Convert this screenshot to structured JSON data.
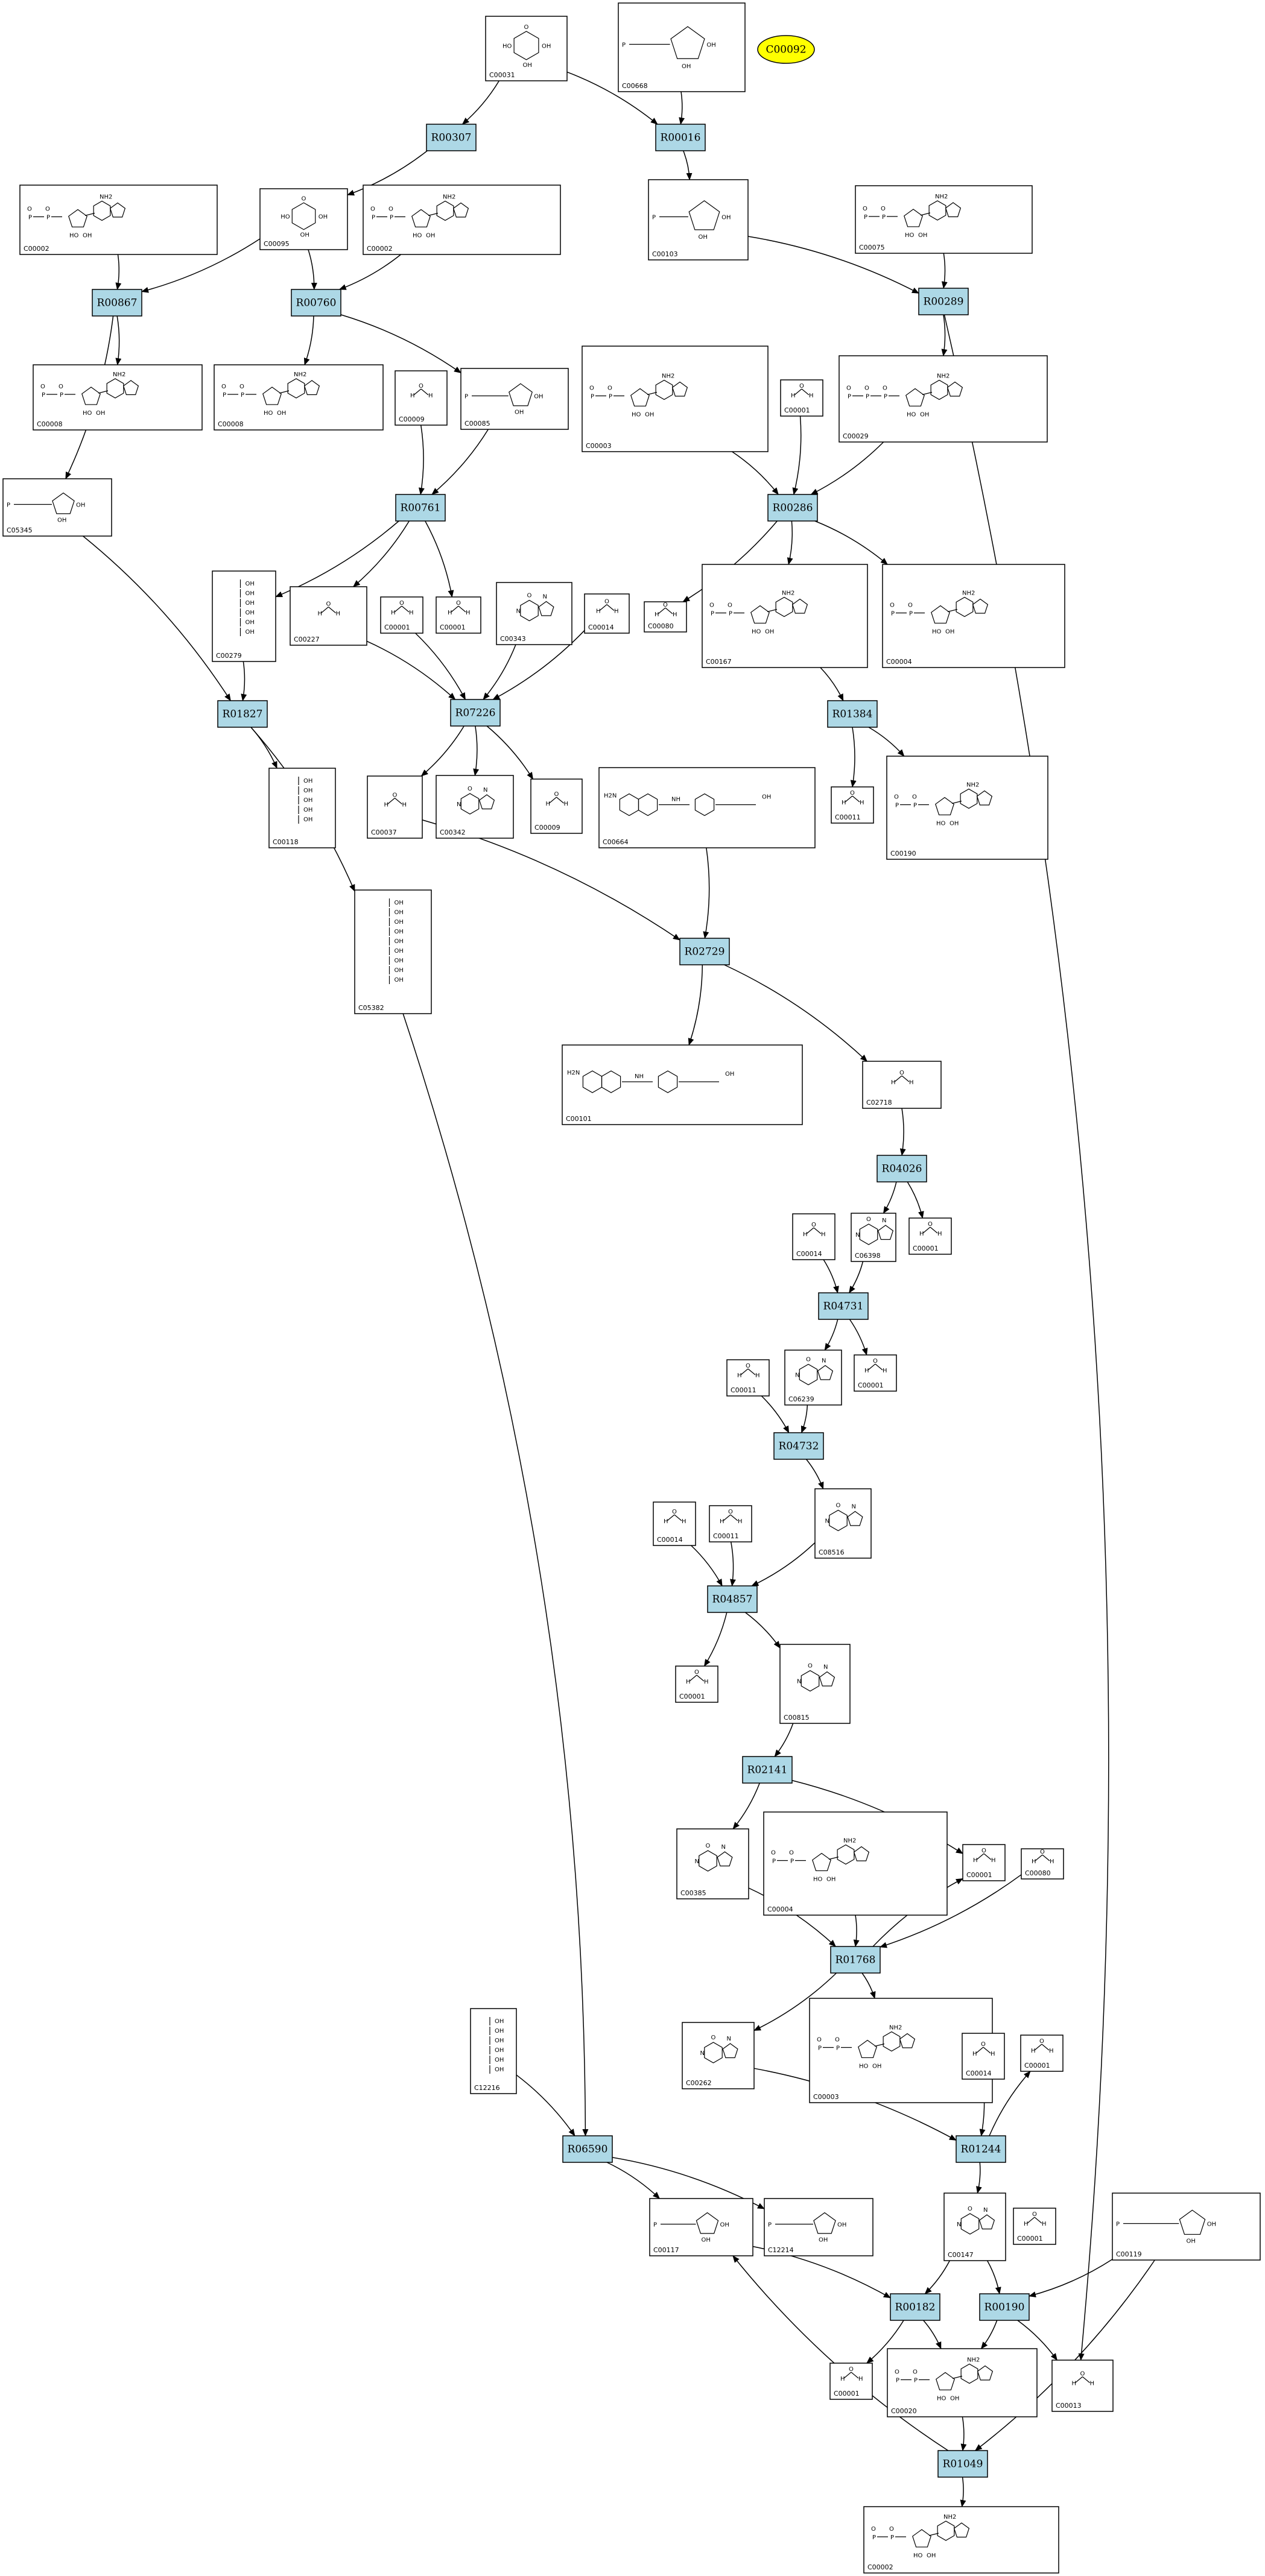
{
  "highlight": {
    "label": "C00092",
    "color": "#ffff00"
  },
  "colors": {
    "reaction_fill": "#add8e6",
    "compound_fill": "#ffffff"
  },
  "reactions": [
    {
      "id": "R00307",
      "label": "R00307"
    },
    {
      "id": "R00016",
      "label": "R00016"
    },
    {
      "id": "R00867",
      "label": "R00867"
    },
    {
      "id": "R00760",
      "label": "R00760"
    },
    {
      "id": "R00289",
      "label": "R00289"
    },
    {
      "id": "R00761",
      "label": "R00761"
    },
    {
      "id": "R00286",
      "label": "R00286"
    },
    {
      "id": "R01827",
      "label": "R01827"
    },
    {
      "id": "R07226",
      "label": "R07226"
    },
    {
      "id": "R01384",
      "label": "R01384"
    },
    {
      "id": "R02729",
      "label": "R02729"
    },
    {
      "id": "R04026",
      "label": "R04026"
    },
    {
      "id": "R04731",
      "label": "R04731"
    },
    {
      "id": "R04732",
      "label": "R04732"
    },
    {
      "id": "R04857",
      "label": "R04857"
    },
    {
      "id": "R02141",
      "label": "R02141"
    },
    {
      "id": "R01768",
      "label": "R01768"
    },
    {
      "id": "R06590",
      "label": "R06590"
    },
    {
      "id": "R01244",
      "label": "R01244"
    },
    {
      "id": "R00182",
      "label": "R00182"
    },
    {
      "id": "R00190",
      "label": "R00190"
    },
    {
      "id": "R01049",
      "label": "R01049"
    }
  ],
  "compounds": [
    {
      "key": "c00031_top",
      "label": "C00031",
      "kind": "sugar"
    },
    {
      "key": "c00668",
      "label": "C00668",
      "kind": "sugarP"
    },
    {
      "key": "c00002_a",
      "label": "C00002",
      "kind": "nucleotide"
    },
    {
      "key": "c00095",
      "label": "C00095",
      "kind": "sugar"
    },
    {
      "key": "c00002_b",
      "label": "C00002",
      "kind": "nucleotide"
    },
    {
      "key": "c00103",
      "label": "C00103",
      "kind": "sugarP"
    },
    {
      "key": "c00075",
      "label": "C00075",
      "kind": "nucleotide"
    },
    {
      "key": "c00008_a",
      "label": "C00008",
      "kind": "nucleotide"
    },
    {
      "key": "c00008_b",
      "label": "C00008",
      "kind": "nucleotide"
    },
    {
      "key": "c00009_a",
      "label": "C00009",
      "kind": "small"
    },
    {
      "key": "c00085",
      "label": "C00085",
      "kind": "sugarP"
    },
    {
      "key": "c00003_a",
      "label": "C00003",
      "kind": "nucleotide"
    },
    {
      "key": "c00001_a",
      "label": "C00001",
      "kind": "small"
    },
    {
      "key": "c00029",
      "label": "C00029",
      "kind": "nucleotide"
    },
    {
      "key": "c05345",
      "label": "C05345",
      "kind": "sugarP"
    },
    {
      "key": "c00279",
      "label": "C00279",
      "kind": "chain"
    },
    {
      "key": "c00227",
      "label": "C00227",
      "kind": "small"
    },
    {
      "key": "c00001_b",
      "label": "C00001",
      "kind": "small"
    },
    {
      "key": "c00001_c",
      "label": "C00001",
      "kind": "small"
    },
    {
      "key": "c00343",
      "label": "C00343",
      "kind": "ring"
    },
    {
      "key": "c00014_a",
      "label": "C00014",
      "kind": "small"
    },
    {
      "key": "c00080_a",
      "label": "C00080",
      "kind": "small"
    },
    {
      "key": "c00167",
      "label": "C00167",
      "kind": "nucleotide"
    },
    {
      "key": "c00004_a",
      "label": "C00004",
      "kind": "nucleotide"
    },
    {
      "key": "c00118",
      "label": "C00118",
      "kind": "chain"
    },
    {
      "key": "c00037",
      "label": "C00037",
      "kind": "small"
    },
    {
      "key": "c00342",
      "label": "C00342",
      "kind": "ring"
    },
    {
      "key": "c00009_b",
      "label": "C00009",
      "kind": "small"
    },
    {
      "key": "c00664",
      "label": "C00664",
      "kind": "pterin"
    },
    {
      "key": "c00011_a",
      "label": "C00011",
      "kind": "small"
    },
    {
      "key": "c00190",
      "label": "C00190",
      "kind": "nucleotide"
    },
    {
      "key": "c05382",
      "label": "C05382",
      "kind": "chain"
    },
    {
      "key": "c00101",
      "label": "C00101",
      "kind": "pterin"
    },
    {
      "key": "c02718",
      "label": "C02718",
      "kind": "small"
    },
    {
      "key": "c00014_b",
      "label": "C00014",
      "kind": "small"
    },
    {
      "key": "c06398",
      "label": "C06398",
      "kind": "ring"
    },
    {
      "key": "c00001_d",
      "label": "C00001",
      "kind": "small"
    },
    {
      "key": "c00011_b",
      "label": "C00011",
      "kind": "small"
    },
    {
      "key": "c06239",
      "label": "C06239",
      "kind": "ring"
    },
    {
      "key": "c00001_e",
      "label": "C00001",
      "kind": "small"
    },
    {
      "key": "c08516",
      "label": "C08516",
      "kind": "ring"
    },
    {
      "key": "c00014_c",
      "label": "C00014",
      "kind": "small"
    },
    {
      "key": "c00011_c",
      "label": "C00011",
      "kind": "small"
    },
    {
      "key": "c00001_f",
      "label": "C00001",
      "kind": "small"
    },
    {
      "key": "c00815",
      "label": "C00815",
      "kind": "ring"
    },
    {
      "key": "c00385",
      "label": "C00385",
      "kind": "ring"
    },
    {
      "key": "c00004_b",
      "label": "C00004",
      "kind": "nucleotide"
    },
    {
      "key": "c00001_g",
      "label": "C00001",
      "kind": "small"
    },
    {
      "key": "c00080_b",
      "label": "C00080",
      "kind": "small"
    },
    {
      "key": "c00262",
      "label": "C00262",
      "kind": "ring"
    },
    {
      "key": "c00003_b",
      "label": "C00003",
      "kind": "nucleotide"
    },
    {
      "key": "c00014_d",
      "label": "C00014",
      "kind": "small"
    },
    {
      "key": "c00001_h",
      "label": "C00001",
      "kind": "small"
    },
    {
      "key": "c12216",
      "label": "C12216",
      "kind": "chain"
    },
    {
      "key": "c00117",
      "label": "C00117",
      "kind": "sugarP"
    },
    {
      "key": "c12214",
      "label": "C12214",
      "kind": "sugarP"
    },
    {
      "key": "c00147",
      "label": "C00147",
      "kind": "ring"
    },
    {
      "key": "c00001_i",
      "label": "C00001",
      "kind": "small"
    },
    {
      "key": "c00119",
      "label": "C00119",
      "kind": "sugarP"
    },
    {
      "key": "c00001_j",
      "label": "C00001",
      "kind": "small"
    },
    {
      "key": "c00020",
      "label": "C00020",
      "kind": "nucleotide"
    },
    {
      "key": "c00013",
      "label": "C00013",
      "kind": "small"
    },
    {
      "key": "c00002_c",
      "label": "C00002",
      "kind": "nucleotide"
    }
  ]
}
